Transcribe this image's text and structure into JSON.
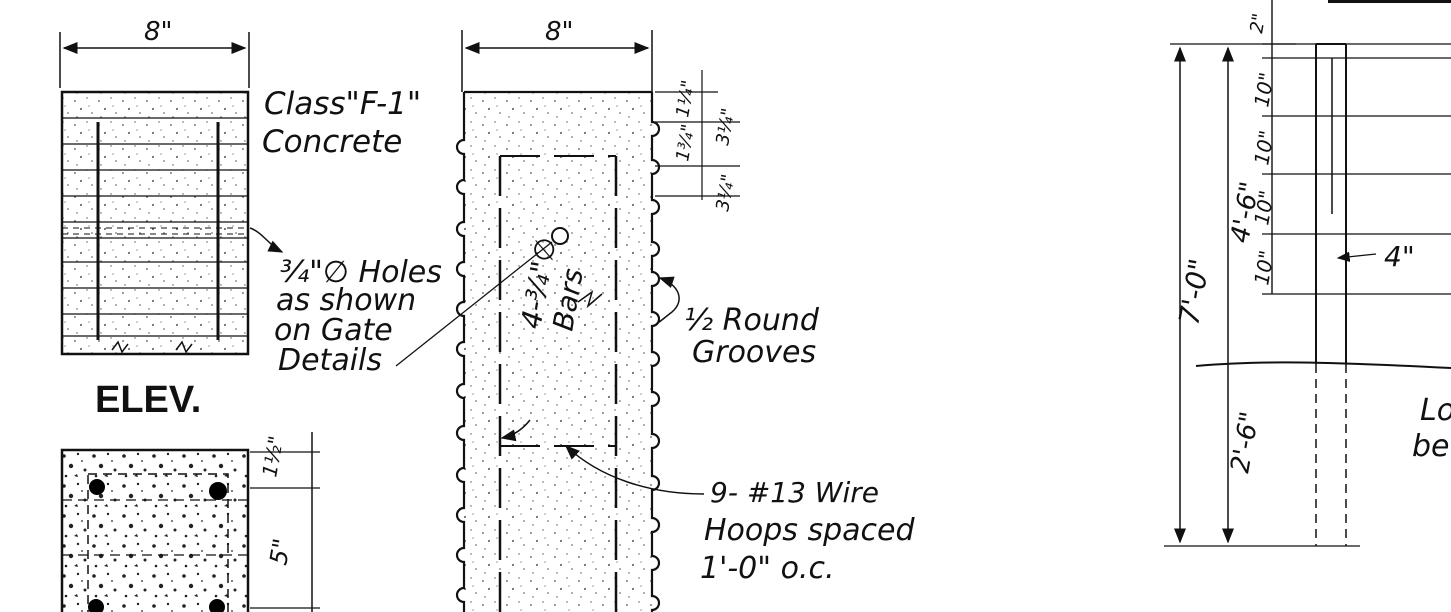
{
  "title": "Concrete post details",
  "colors": {
    "ink": "#111111",
    "paper": "#ffffff"
  },
  "elevation": {
    "width_dim": "8\"",
    "label": "ELEV.",
    "section_dim_top": "1½\"",
    "section_dim_mid": "5\""
  },
  "post_section": {
    "width_dim": "8\"",
    "concrete_note": [
      "Class\"F-1\"",
      "Concrete"
    ],
    "holes_note": [
      "¾\"∅ Holes",
      "as shown",
      "on Gate",
      "Details"
    ],
    "bars_note": [
      "4-¾\"∅",
      "Bars"
    ],
    "groove_note": [
      "½ Round",
      "Grooves"
    ],
    "hoops_note": [
      "9- #13 Wire",
      "Hoops spaced",
      "1'-0\" o.c."
    ],
    "spacing_dims": [
      "1¼\"",
      "1¾\"",
      "3¼\"",
      "3¼\""
    ]
  },
  "post_elevation": {
    "total_height": "7'-0\"",
    "upper_height": "4'-6\"",
    "lower_height": "2'-6\"",
    "spacings": [
      "2\"",
      "10\"",
      "10\"",
      "10\"",
      "10\""
    ],
    "inner_dim": "4\"",
    "ground_note": [
      "Lo",
      "be"
    ]
  }
}
